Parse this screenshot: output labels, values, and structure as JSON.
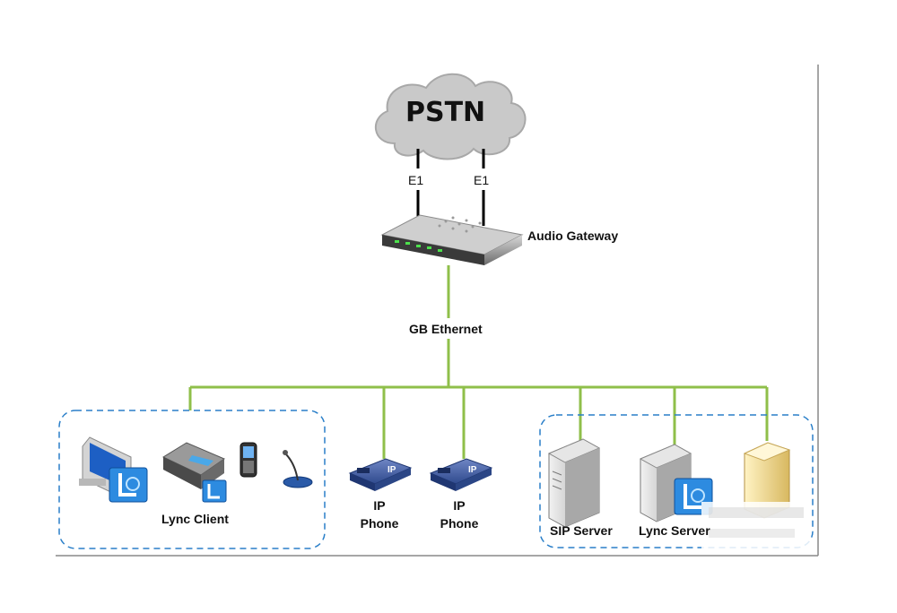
{
  "cloud": {
    "label": "PSTN"
  },
  "links": {
    "left_e1": "E1",
    "right_e1": "E1",
    "backbone": "GB Ethernet"
  },
  "gateway": {
    "label": "Audio Gateway"
  },
  "clients": {
    "group_label": "Lync Client"
  },
  "phones": [
    {
      "line1": "IP",
      "line2": "Phone",
      "screen_text": "IP"
    },
    {
      "line1": "IP",
      "line2": "Phone",
      "screen_text": "IP"
    }
  ],
  "servers": {
    "sip": "SIP Server",
    "lync": "Lync Server"
  },
  "colors": {
    "ethernet_line": "#8fbf4a",
    "group_border": "#2a7fc9",
    "cloud": "#c9c9c9"
  }
}
